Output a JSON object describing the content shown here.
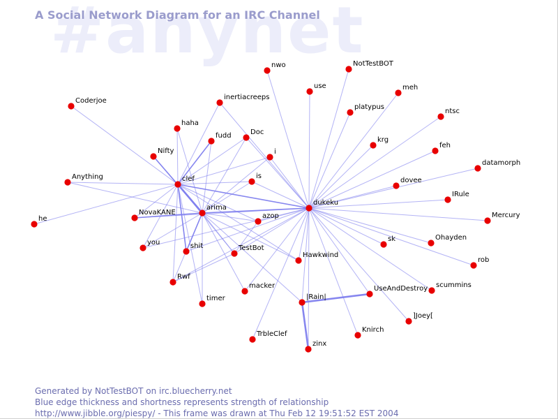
{
  "watermark": "#anynet",
  "title": "A Social Network Diagram for an IRC Channel",
  "footer": {
    "line1": "Generated by NotTestBOT on irc.bluecherry.net",
    "line2": "Blue edge thickness and shortness represents strength of relationship",
    "line3": "http://www.jibble.org/piespy/ - This frame was drawn at Thu Feb 12 19:51:52 EST 2004"
  },
  "colors": {
    "node": "#e80000",
    "edge": "#8080ee",
    "title": "#9a9ccc",
    "footer": "#6a6cae",
    "watermark": "#ecedfa"
  },
  "nodes": [
    {
      "id": "dukeku",
      "label": "dukeku"
    },
    {
      "id": "clef",
      "label": "clef"
    },
    {
      "id": "arima",
      "label": "arima"
    },
    {
      "id": "nwo",
      "label": "nwo"
    },
    {
      "id": "NotTestBOT",
      "label": "NotTestBOT"
    },
    {
      "id": "use",
      "label": "use"
    },
    {
      "id": "meh",
      "label": "meh"
    },
    {
      "id": "inertiacreeps",
      "label": "inertiacreeps"
    },
    {
      "id": "platypus",
      "label": "platypus"
    },
    {
      "id": "Coderjoe",
      "label": "Coderjoe"
    },
    {
      "id": "ntsc",
      "label": "ntsc"
    },
    {
      "id": "haha",
      "label": "haha"
    },
    {
      "id": "fudd",
      "label": "fudd"
    },
    {
      "id": "Doc",
      "label": "Doc"
    },
    {
      "id": "krg",
      "label": "krg"
    },
    {
      "id": "feh",
      "label": "feh"
    },
    {
      "id": "Nifty",
      "label": "Nifty"
    },
    {
      "id": "i",
      "label": "i"
    },
    {
      "id": "datamorph",
      "label": "datamorph"
    },
    {
      "id": "Anything",
      "label": "Anything"
    },
    {
      "id": "is",
      "label": "is"
    },
    {
      "id": "dovee",
      "label": "dovee"
    },
    {
      "id": "IRule",
      "label": "IRule"
    },
    {
      "id": "NovaKANE",
      "label": "NovaKANE"
    },
    {
      "id": "azop",
      "label": "azop"
    },
    {
      "id": "Mercury",
      "label": "Mercury"
    },
    {
      "id": "he",
      "label": "he"
    },
    {
      "id": "sk",
      "label": "sk"
    },
    {
      "id": "Ohayden",
      "label": "Ohayden"
    },
    {
      "id": "you",
      "label": "you"
    },
    {
      "id": "shit",
      "label": "shit"
    },
    {
      "id": "TestBot",
      "label": "TestBot"
    },
    {
      "id": "Hawkwind",
      "label": "Hawkwind"
    },
    {
      "id": "rob",
      "label": "rob"
    },
    {
      "id": "Rwf",
      "label": "Rwf"
    },
    {
      "id": "scummins",
      "label": "scummins"
    },
    {
      "id": "macker",
      "label": "macker"
    },
    {
      "id": "UseAndDestroy",
      "label": "UseAndDestroy"
    },
    {
      "id": "Rain",
      "label": "|Rain|"
    },
    {
      "id": "timer",
      "label": "timer"
    },
    {
      "id": "Joey",
      "label": "]Joey["
    },
    {
      "id": "Knirch",
      "label": "Knirch"
    },
    {
      "id": "TrbleClef",
      "label": "TrbleClef"
    },
    {
      "id": "zinx",
      "label": "zinx"
    }
  ],
  "edges": [
    {
      "a": "dukeku",
      "b": "nwo",
      "w": 1
    },
    {
      "a": "dukeku",
      "b": "NotTestBOT",
      "w": 1
    },
    {
      "a": "dukeku",
      "b": "use",
      "w": 1
    },
    {
      "a": "dukeku",
      "b": "meh",
      "w": 1
    },
    {
      "a": "dukeku",
      "b": "platypus",
      "w": 1
    },
    {
      "a": "dukeku",
      "b": "ntsc",
      "w": 1
    },
    {
      "a": "dukeku",
      "b": "krg",
      "w": 1
    },
    {
      "a": "dukeku",
      "b": "feh",
      "w": 1
    },
    {
      "a": "dukeku",
      "b": "datamorph",
      "w": 1
    },
    {
      "a": "dukeku",
      "b": "dovee",
      "w": 1
    },
    {
      "a": "dukeku",
      "b": "IRule",
      "w": 1
    },
    {
      "a": "dukeku",
      "b": "Mercury",
      "w": 1
    },
    {
      "a": "dukeku",
      "b": "sk",
      "w": 1
    },
    {
      "a": "dukeku",
      "b": "Ohayden",
      "w": 1
    },
    {
      "a": "dukeku",
      "b": "rob",
      "w": 1
    },
    {
      "a": "dukeku",
      "b": "scummins",
      "w": 1
    },
    {
      "a": "dukeku",
      "b": "Joey",
      "w": 1
    },
    {
      "a": "dukeku",
      "b": "Knirch",
      "w": 1
    },
    {
      "a": "dukeku",
      "b": "UseAndDestroy",
      "w": 1
    },
    {
      "a": "dukeku",
      "b": "zinx",
      "w": 1
    },
    {
      "a": "dukeku",
      "b": "Rain",
      "w": 1
    },
    {
      "a": "dukeku",
      "b": "TrbleClef",
      "w": 1
    },
    {
      "a": "dukeku",
      "b": "macker",
      "w": 1
    },
    {
      "a": "dukeku",
      "b": "Hawkwind",
      "w": 1
    },
    {
      "a": "dukeku",
      "b": "azop",
      "w": 1
    },
    {
      "a": "dukeku",
      "b": "is",
      "w": 1
    },
    {
      "a": "dukeku",
      "b": "i",
      "w": 1
    },
    {
      "a": "dukeku",
      "b": "Doc",
      "w": 1
    },
    {
      "a": "dukeku",
      "b": "inertiacreeps",
      "w": 1
    },
    {
      "a": "dukeku",
      "b": "arima",
      "w": 2
    },
    {
      "a": "dukeku",
      "b": "clef",
      "w": 2
    },
    {
      "a": "dukeku",
      "b": "TestBot",
      "w": 1
    },
    {
      "a": "dukeku",
      "b": "shit",
      "w": 1
    },
    {
      "a": "dukeku",
      "b": "Rwf",
      "w": 1
    },
    {
      "a": "dukeku",
      "b": "you",
      "w": 1
    },
    {
      "a": "dukeku",
      "b": "NovaKANE",
      "w": 1
    },
    {
      "a": "clef",
      "b": "Coderjoe",
      "w": 1
    },
    {
      "a": "clef",
      "b": "haha",
      "w": 1
    },
    {
      "a": "clef",
      "b": "fudd",
      "w": 2
    },
    {
      "a": "clef",
      "b": "Doc",
      "w": 1
    },
    {
      "a": "clef",
      "b": "inertiacreeps",
      "w": 1
    },
    {
      "a": "clef",
      "b": "Nifty",
      "w": 1
    },
    {
      "a": "clef",
      "b": "Anything",
      "w": 1
    },
    {
      "a": "clef",
      "b": "he",
      "w": 1
    },
    {
      "a": "clef",
      "b": "i",
      "w": 1
    },
    {
      "a": "clef",
      "b": "is",
      "w": 1
    },
    {
      "a": "clef",
      "b": "arima",
      "w": 3
    },
    {
      "a": "clef",
      "b": "NovaKANE",
      "w": 1
    },
    {
      "a": "clef",
      "b": "you",
      "w": 1
    },
    {
      "a": "clef",
      "b": "shit",
      "w": 2
    },
    {
      "a": "clef",
      "b": "Rwf",
      "w": 1
    },
    {
      "a": "clef",
      "b": "TestBot",
      "w": 1
    },
    {
      "a": "clef",
      "b": "Hawkwind",
      "w": 1
    },
    {
      "a": "clef",
      "b": "azop",
      "w": 1
    },
    {
      "a": "clef",
      "b": "timer",
      "w": 1
    },
    {
      "a": "arima",
      "b": "Nifty",
      "w": 2
    },
    {
      "a": "arima",
      "b": "haha",
      "w": 1
    },
    {
      "a": "arima",
      "b": "fudd",
      "w": 1
    },
    {
      "a": "arima",
      "b": "Doc",
      "w": 1
    },
    {
      "a": "arima",
      "b": "i",
      "w": 1
    },
    {
      "a": "arima",
      "b": "is",
      "w": 1
    },
    {
      "a": "arima",
      "b": "azop",
      "w": 1
    },
    {
      "a": "arima",
      "b": "Anything",
      "w": 1
    },
    {
      "a": "arima",
      "b": "NovaKANE",
      "w": 2
    },
    {
      "a": "arima",
      "b": "you",
      "w": 1
    },
    {
      "a": "arima",
      "b": "shit",
      "w": 2
    },
    {
      "a": "arima",
      "b": "Rwf",
      "w": 1
    },
    {
      "a": "arima",
      "b": "TestBot",
      "w": 1
    },
    {
      "a": "arima",
      "b": "macker",
      "w": 1
    },
    {
      "a": "arima",
      "b": "Hawkwind",
      "w": 1
    },
    {
      "a": "arima",
      "b": "Rain",
      "w": 1
    },
    {
      "a": "arima",
      "b": "timer",
      "w": 1
    },
    {
      "a": "TestBot",
      "b": "Rwf",
      "w": 1
    },
    {
      "a": "TestBot",
      "b": "azop",
      "w": 1
    },
    {
      "a": "Rain",
      "b": "UseAndDestroy",
      "w": 3
    },
    {
      "a": "Rain",
      "b": "zinx",
      "w": 3
    }
  ]
}
